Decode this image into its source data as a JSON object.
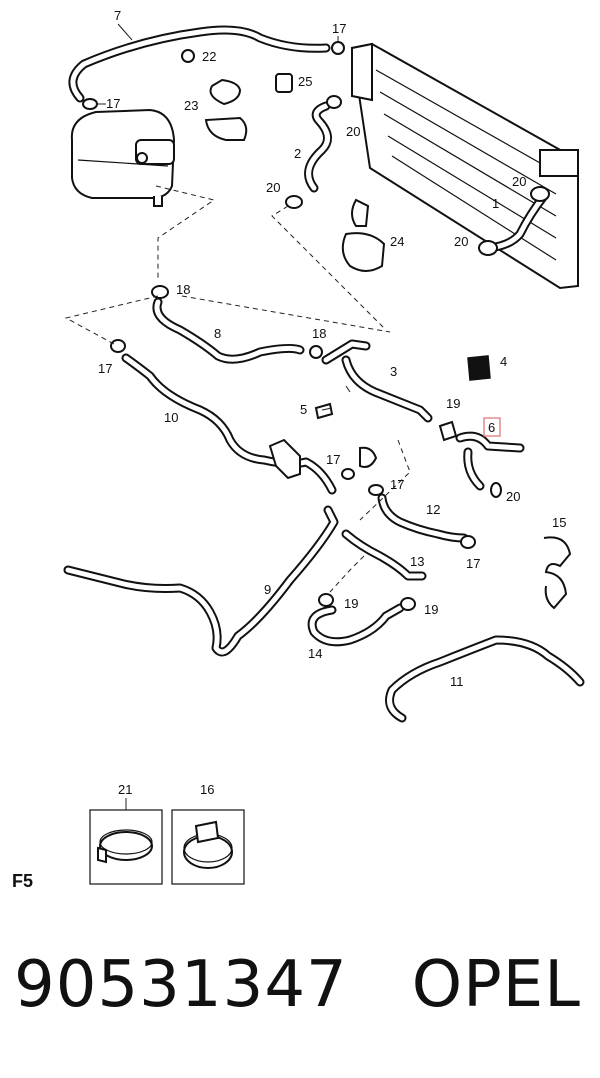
{
  "figure_label": "F5",
  "part_number": "90531347",
  "brand": "OPEL",
  "callouts": {
    "c1": "1",
    "c2": "2",
    "c3": "3",
    "c4": "4",
    "c5": "5",
    "c6": "6",
    "c7": "7",
    "c8": "8",
    "c9": "9",
    "c10": "10",
    "c11": "11",
    "c12": "12",
    "c13": "13",
    "c14": "14",
    "c15": "15",
    "c16": "16",
    "c17a": "17",
    "c17b": "17",
    "c17c": "17",
    "c17d": "17",
    "c17e": "17",
    "c17f": "17",
    "c18a": "18",
    "c18b": "18",
    "c19a": "19",
    "c19b": "19",
    "c19c": "19",
    "c20a": "20",
    "c20b": "20",
    "c20c": "20",
    "c20d": "20",
    "c20e": "20",
    "c21": "21",
    "c22": "22",
    "c23": "23",
    "c24": "24",
    "c25": "25"
  },
  "highlighted_callout": "6",
  "colors": {
    "line": "#111111",
    "highlight": "#e07a7a",
    "background": "#ffffff"
  }
}
